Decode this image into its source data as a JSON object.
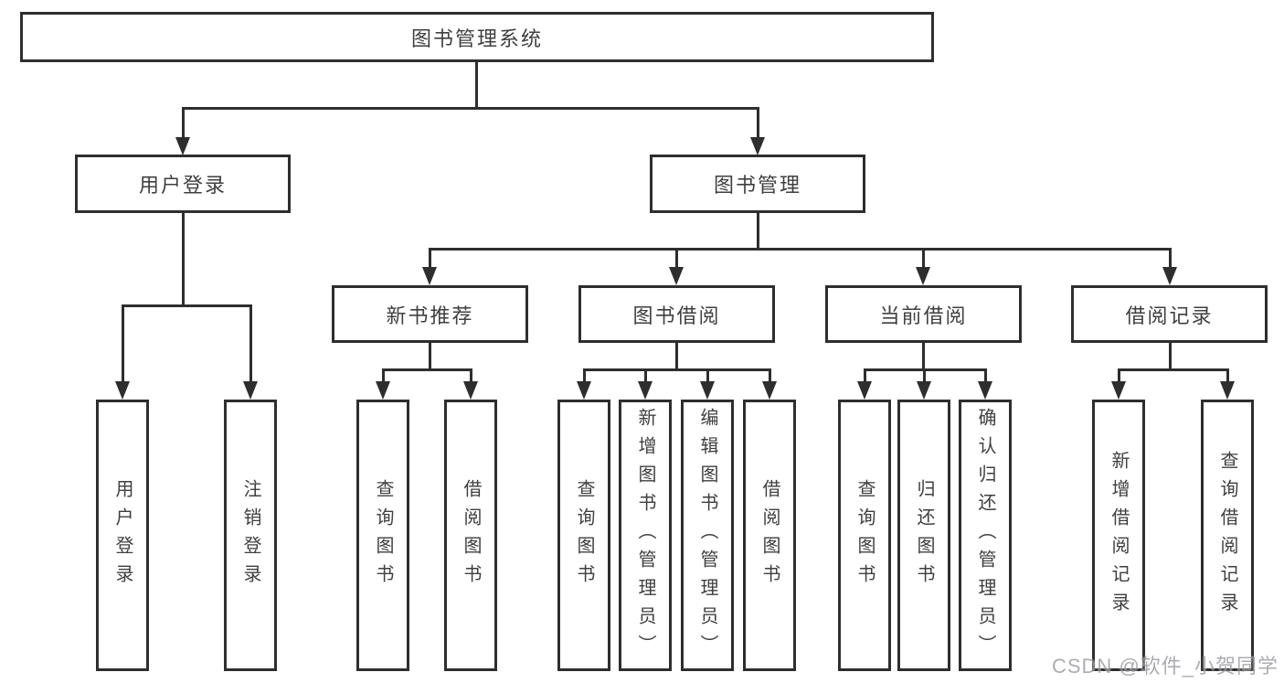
{
  "colors": {
    "line": "#2e2e2e",
    "text": "#3f3f3f",
    "background": "#ffffff",
    "watermark": "#98989e"
  },
  "root": {
    "label": "图书管理系统"
  },
  "level2": [
    {
      "label": "用户登录"
    },
    {
      "label": "图书管理"
    }
  ],
  "level3": [
    {
      "label": "新书推荐"
    },
    {
      "label": "图书借阅"
    },
    {
      "label": "当前借阅"
    },
    {
      "label": "借阅记录"
    }
  ],
  "leaves": [
    {
      "parent": "用户登录",
      "label": "用户登录"
    },
    {
      "parent": "用户登录",
      "label": "注销登录"
    },
    {
      "parent": "新书推荐",
      "label": "查询图书"
    },
    {
      "parent": "新书推荐",
      "label": "借阅图书"
    },
    {
      "parent": "图书借阅",
      "label": "查询图书"
    },
    {
      "parent": "图书借阅",
      "label": "新增图书（管理员）"
    },
    {
      "parent": "图书借阅",
      "label": "编辑图书（管理员）"
    },
    {
      "parent": "图书借阅",
      "label": "借阅图书"
    },
    {
      "parent": "当前借阅",
      "label": "查询图书"
    },
    {
      "parent": "当前借阅",
      "label": "归还图书"
    },
    {
      "parent": "当前借阅",
      "label": "确认归还（管理员）"
    },
    {
      "parent": "借阅记录",
      "label": "新增借阅记录"
    },
    {
      "parent": "借阅记录",
      "label": "查询借阅记录"
    }
  ],
  "watermark": "CSDN @软件_小贺同学"
}
